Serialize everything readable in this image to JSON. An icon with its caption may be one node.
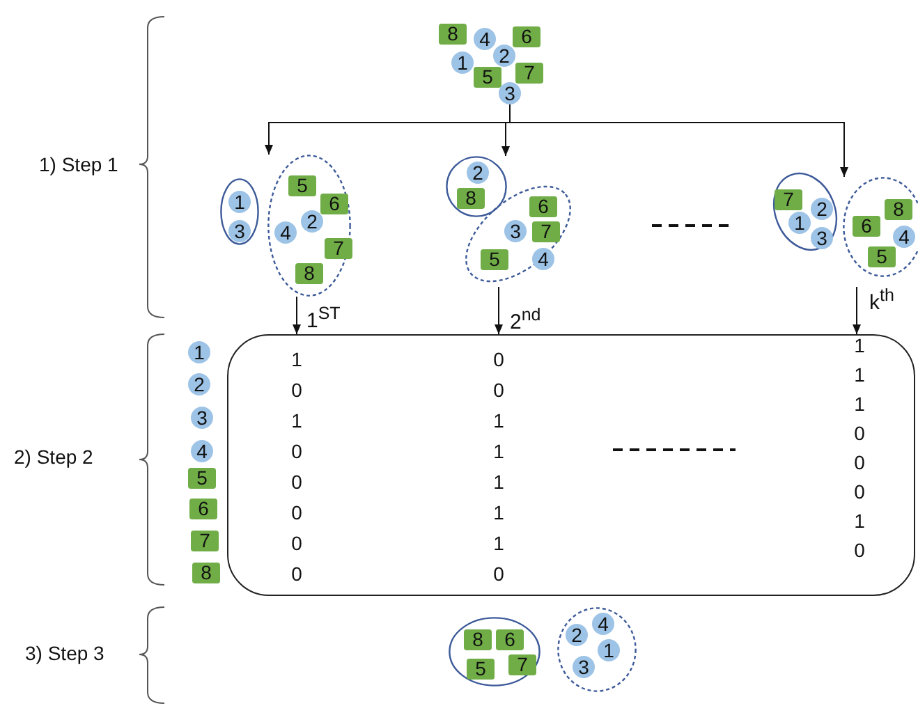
{
  "diagram": {
    "nodes": [
      {
        "text": [
          "8"
        ]
      },
      {
        "text": [
          "4"
        ]
      },
      {
        "text": [
          "6"
        ]
      },
      {
        "text": [
          "2"
        ]
      },
      {
        "text": [
          "1"
        ]
      },
      {
        "text": [
          "5"
        ]
      },
      {
        "text": [
          "7"
        ]
      },
      {
        "text": [
          "3"
        ]
      },
      {
        "text": [],
        "shape": "ellipse"
      },
      {
        "text": [
          "1"
        ],
        "in": 8
      },
      {
        "text": [
          "3"
        ],
        "in": 8
      },
      {
        "text": [],
        "shape": "ellipse"
      },
      {
        "text": [
          "5"
        ],
        "in": 11
      },
      {
        "text": [
          "6"
        ],
        "in": 11
      },
      {
        "text": [
          "4"
        ],
        "in": 11
      },
      {
        "text": [
          "2"
        ],
        "in": 11
      },
      {
        "text": [
          "7"
        ],
        "in": 11
      },
      {
        "text": [
          "8"
        ],
        "in": 11
      },
      {
        "text": [],
        "shape": "ellipse"
      },
      {
        "text": [
          "2"
        ],
        "in": 18
      },
      {
        "text": [
          "8"
        ],
        "in": 18
      },
      {
        "text": [],
        "shape": "ellipse"
      },
      {
        "text": [
          "6"
        ],
        "in": 21
      },
      {
        "text": [
          "3"
        ],
        "in": 21
      },
      {
        "text": [
          "7"
        ],
        "in": 21
      },
      {
        "text": [
          "5"
        ],
        "in": 21
      },
      {
        "text": [
          "4"
        ],
        "in": 21
      },
      {
        "text": [],
        "shape": "ellipse"
      },
      {
        "text": [
          "7"
        ],
        "in": 27
      },
      {
        "text": [
          "2"
        ],
        "in": 27
      },
      {
        "text": [
          "1"
        ],
        "in": 27
      },
      {
        "text": [
          "3"
        ],
        "in": 27
      },
      {
        "text": [],
        "shape": "ellipse"
      },
      {
        "text": [
          "8"
        ],
        "in": 32
      },
      {
        "text": [
          "6"
        ],
        "in": 32
      },
      {
        "text": [
          "4"
        ],
        "in": 32
      },
      {
        "text": [
          "5"
        ],
        "in": 32
      },
      {
        "text": [],
        "shape": "box"
      },
      {
        "text": [
          "1"
        ]
      },
      {
        "text": [
          "2"
        ]
      },
      {
        "text": [
          "3"
        ]
      },
      {
        "text": [
          "4"
        ]
      },
      {
        "text": [
          "5"
        ]
      },
      {
        "text": [
          "6"
        ]
      },
      {
        "text": [
          "7"
        ]
      },
      {
        "text": [
          "8"
        ]
      },
      {
        "text": [],
        "shape": "ellipse"
      },
      {
        "text": [
          "8"
        ],
        "in": 46
      },
      {
        "text": [
          "6"
        ],
        "in": 46
      },
      {
        "text": [
          "5"
        ],
        "in": 46
      },
      {
        "text": [
          "7"
        ],
        "in": 46
      },
      {
        "text": [],
        "shape": "ellipse"
      },
      {
        "text": [
          "4"
        ],
        "in": 51
      },
      {
        "text": [
          "2"
        ],
        "in": 51
      },
      {
        "text": [
          "1"
        ],
        "in": 51
      },
      {
        "text": [
          "3"
        ],
        "in": 51
      }
    ],
    "edges": [
      {
        "from": 7,
        "to": 11,
        "arrow": "to"
      },
      {
        "from": 7,
        "to": 18,
        "arrow": "to"
      },
      {
        "from": 7,
        "to": 32,
        "arrow": "to"
      },
      {
        "from": 11,
        "to": 37,
        "arrow": "to",
        "label": "1$^{ST}$"
      },
      {
        "from": 21,
        "to": 37,
        "arrow": "to",
        "label": "2$^{nd}$"
      },
      {
        "from": 32,
        "to": 37,
        "arrow": "to",
        "label": "k$^{th}$"
      }
    ],
    "labels": [
      "1) Step 1",
      "2) Step 2",
      "1",
      "0",
      "1",
      "0",
      "0",
      "1",
      "1",
      "1",
      "1",
      "0",
      "1",
      "0",
      "0",
      "1",
      "0",
      "0",
      "1",
      "0",
      "0",
      "1",
      "1",
      "0",
      "0",
      "0",
      "3) Step 3"
    ]
  }
}
